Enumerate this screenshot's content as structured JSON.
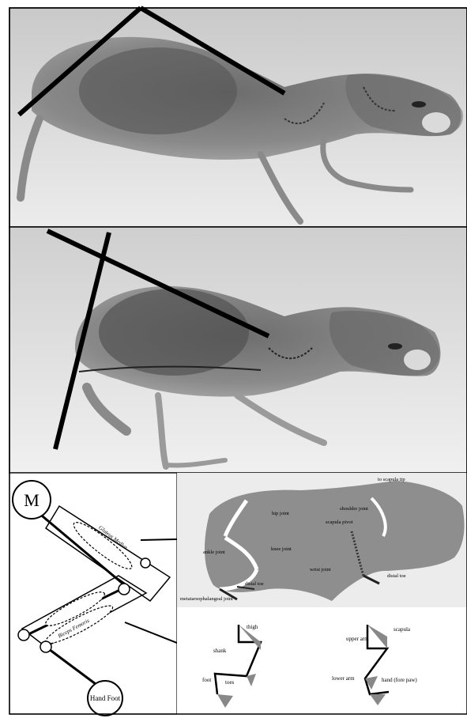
{
  "panels": {
    "xray_top": {},
    "xray_middle": {},
    "schematic": {
      "model_label": "M",
      "foot_label": "Hand Foot",
      "upper_muscle_label": "Gluteus Medius",
      "lower_muscle_label": "Biceps Femoris"
    },
    "body_outline": {
      "labels": {
        "hip_joint": "hip joint",
        "knee_joint": "knee joint",
        "ankle_joint": "ankle joint",
        "distal_toe_hind": "distal toe",
        "metatarsophalangeal": "metatarsophalangeal joint",
        "shoulder_joint": "shoulder joint",
        "scapula_pivot": "scapula pivot",
        "scapula_tip": "to scapula tip",
        "wrist_joint": "wrist joint",
        "distal_toe_fore": "distal toe"
      }
    },
    "stick_hind": {
      "labels": {
        "thigh": "thigh",
        "shank": "shank",
        "foot": "foot",
        "toes": "toes"
      }
    },
    "stick_fore": {
      "labels": {
        "scapula": "scapula",
        "upper_arm": "upper arm",
        "lower_arm": "lower arm",
        "hand": "hand (fore paw)"
      }
    }
  }
}
